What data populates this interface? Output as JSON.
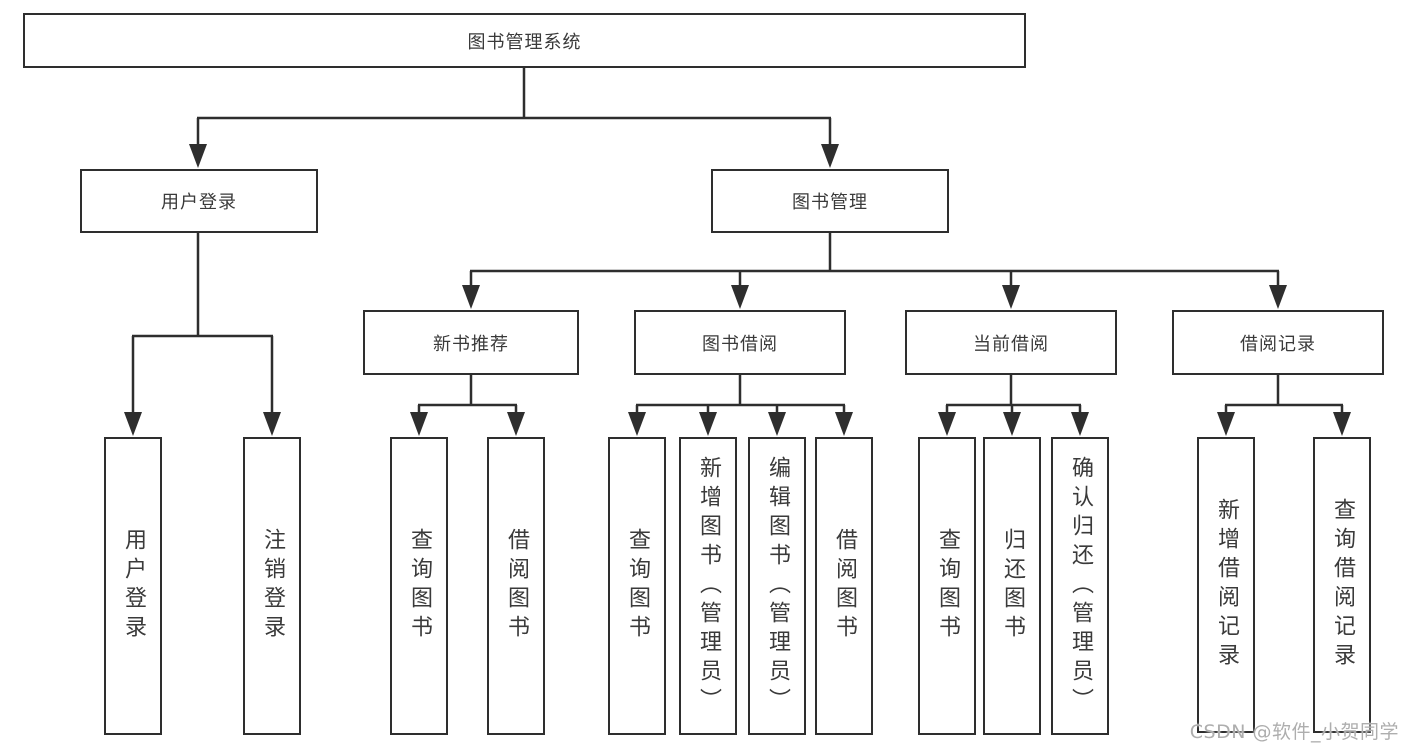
{
  "tree": {
    "root": {
      "label": "图书管理系统"
    },
    "branches": [
      {
        "label": "用户登录",
        "children": [
          {
            "label": "用户登录"
          },
          {
            "label": "注销登录"
          }
        ]
      },
      {
        "label": "图书管理",
        "children": [
          {
            "label": "新书推荐",
            "children": [
              {
                "label": "查询图书"
              },
              {
                "label": "借阅图书"
              }
            ]
          },
          {
            "label": "图书借阅",
            "children": [
              {
                "label": "查询图书"
              },
              {
                "label": "新增图书（管理员）"
              },
              {
                "label": "编辑图书（管理员）"
              },
              {
                "label": "借阅图书"
              }
            ]
          },
          {
            "label": "当前借阅",
            "children": [
              {
                "label": "查询图书"
              },
              {
                "label": "归还图书"
              },
              {
                "label": "确认归还（管理员）"
              }
            ]
          },
          {
            "label": "借阅记录",
            "children": [
              {
                "label": "新增借阅记录"
              },
              {
                "label": "查询借阅记录"
              }
            ]
          }
        ]
      }
    ]
  },
  "watermark": {
    "text": "CSDN @软件_小贺同学"
  },
  "colors": {
    "line": "#2e2e2e",
    "text": "#3a3a3a",
    "watermark": "#aeaeae",
    "background": "#ffffff"
  }
}
